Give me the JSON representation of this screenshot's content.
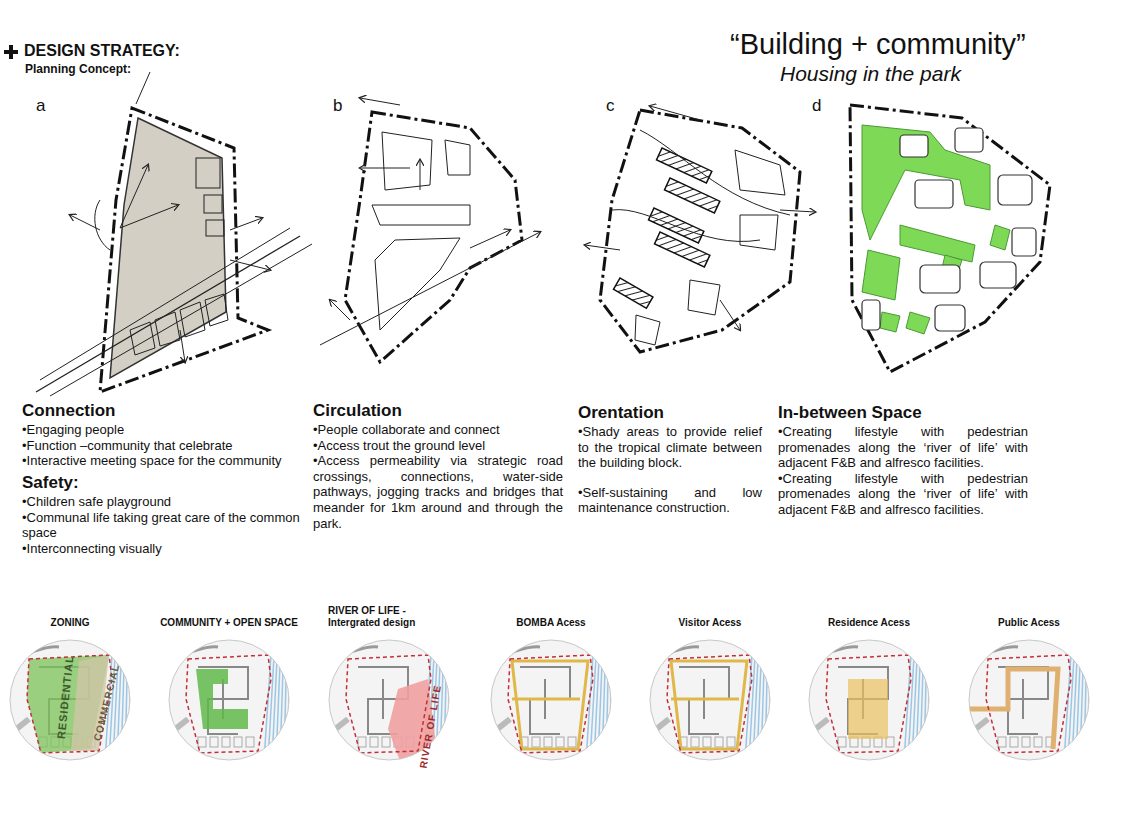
{
  "diagram": {
    "title": "“Building + community”",
    "nodes": [
      {
        "text": [
          "ZONING",
          "RESIDENTIAL",
          "COMMERCIAL"
        ]
      },
      {
        "text": [
          "COMMUNITY + OPEN SPACE"
        ]
      },
      {
        "text": [
          "RIVER OF LIFE - Intergrated design",
          "RIVER OF LIFE"
        ]
      },
      {
        "text": [
          "BOMBA Acess"
        ]
      },
      {
        "text": [
          "Visitor Acess"
        ]
      },
      {
        "text": [
          "Residence Acess"
        ]
      },
      {
        "text": [
          "Public Acess"
        ]
      }
    ],
    "labels": [
      "DESIGN STRATEGY:",
      "Planning Concept:",
      "Housing in the park",
      "a",
      "b",
      "c",
      "d",
      "Connection",
      "•Engaging people",
      "•Function –community that celebrate",
      "•Interactive meeting space for the community",
      "Safety:",
      "•Children safe playground",
      "•Communal life taking great care of the common space",
      "•Interconnecting visually",
      "Circulation",
      "•People collaborate and connect",
      "•Access trout the ground level",
      "•Access permeability via strategic road crossings, connections, water-side pathways, jogging tracks and bridges that meander for 1km around and through the park.",
      "Orentation",
      "•Shady areas to provide relief to the tropical climate between the building block.",
      "•Self-sustaining and low maintenance construction.",
      "In-between Space",
      "•Creating lifestyle with pedestrian promenades along the ‘river of life’ with adjacent F&B and alfresco facilities.",
      "•Creating lifestyle with pedestrian promenades along the ‘river of life’ with adjacent F&B and alfresco facilities."
    ]
  }
}
